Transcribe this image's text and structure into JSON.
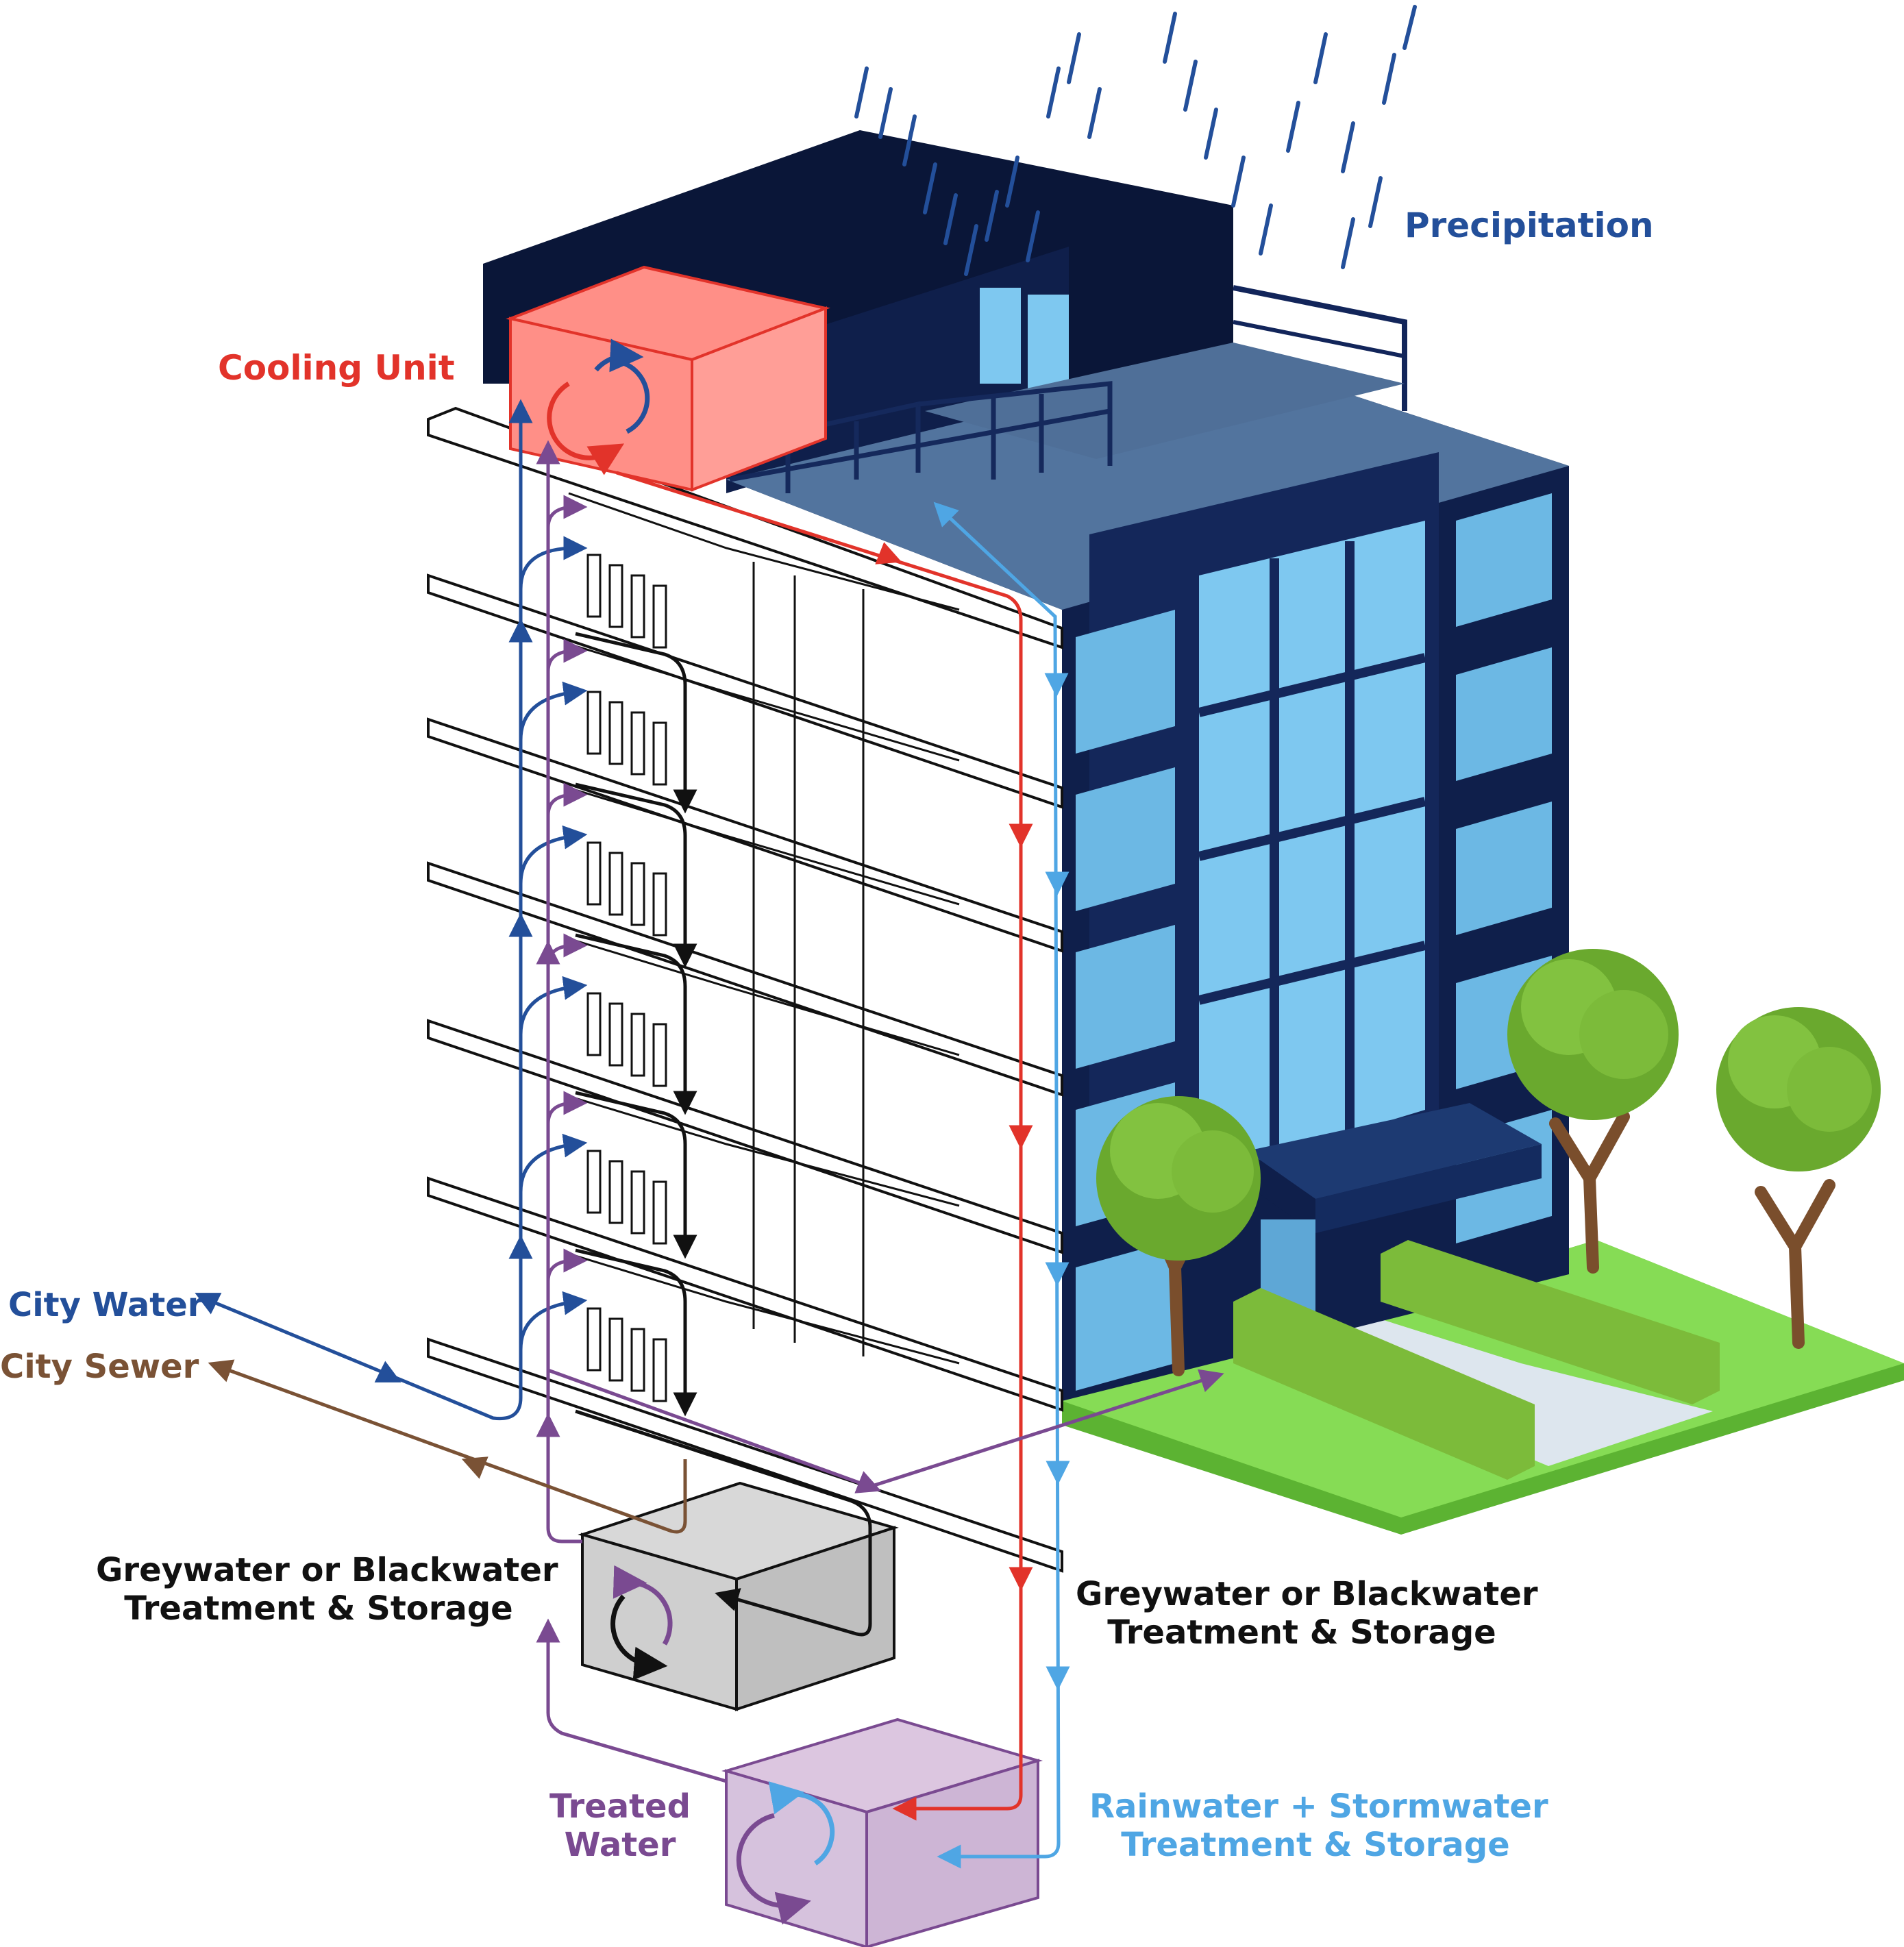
{
  "labels": {
    "precipitation": "Precipitation",
    "cooling_unit": "Cooling Unit",
    "city_water": "City Water",
    "city_sewer": "City Sewer",
    "grey_left_1": "Greywater or Blackwater",
    "grey_left_2": "Treatment & Storage",
    "grey_right_1": "Greywater or Blackwater",
    "grey_right_2": "Treatment & Storage",
    "treated_1": "Treated",
    "treated_2": "Water",
    "rain_1": "Rainwater + Stormwater",
    "rain_2": "Treatment & Storage"
  },
  "colors": {
    "precipitation": "#234f9a",
    "cooling": "#e2332a",
    "city_water": "#234f9a",
    "city_sewer": "#7a5235",
    "black": "#111111",
    "treated": "#7a4a91",
    "rain": "#4fa6e4",
    "building_dark": "#0f1f4b",
    "glass": "#7ec8f0",
    "grass": "#7fd64b"
  },
  "icons": [
    "rain-icon",
    "cooling-unit-icon",
    "greywater-tank-icon",
    "treated-water-tank-icon",
    "tree-icon",
    "hedge-icon"
  ]
}
